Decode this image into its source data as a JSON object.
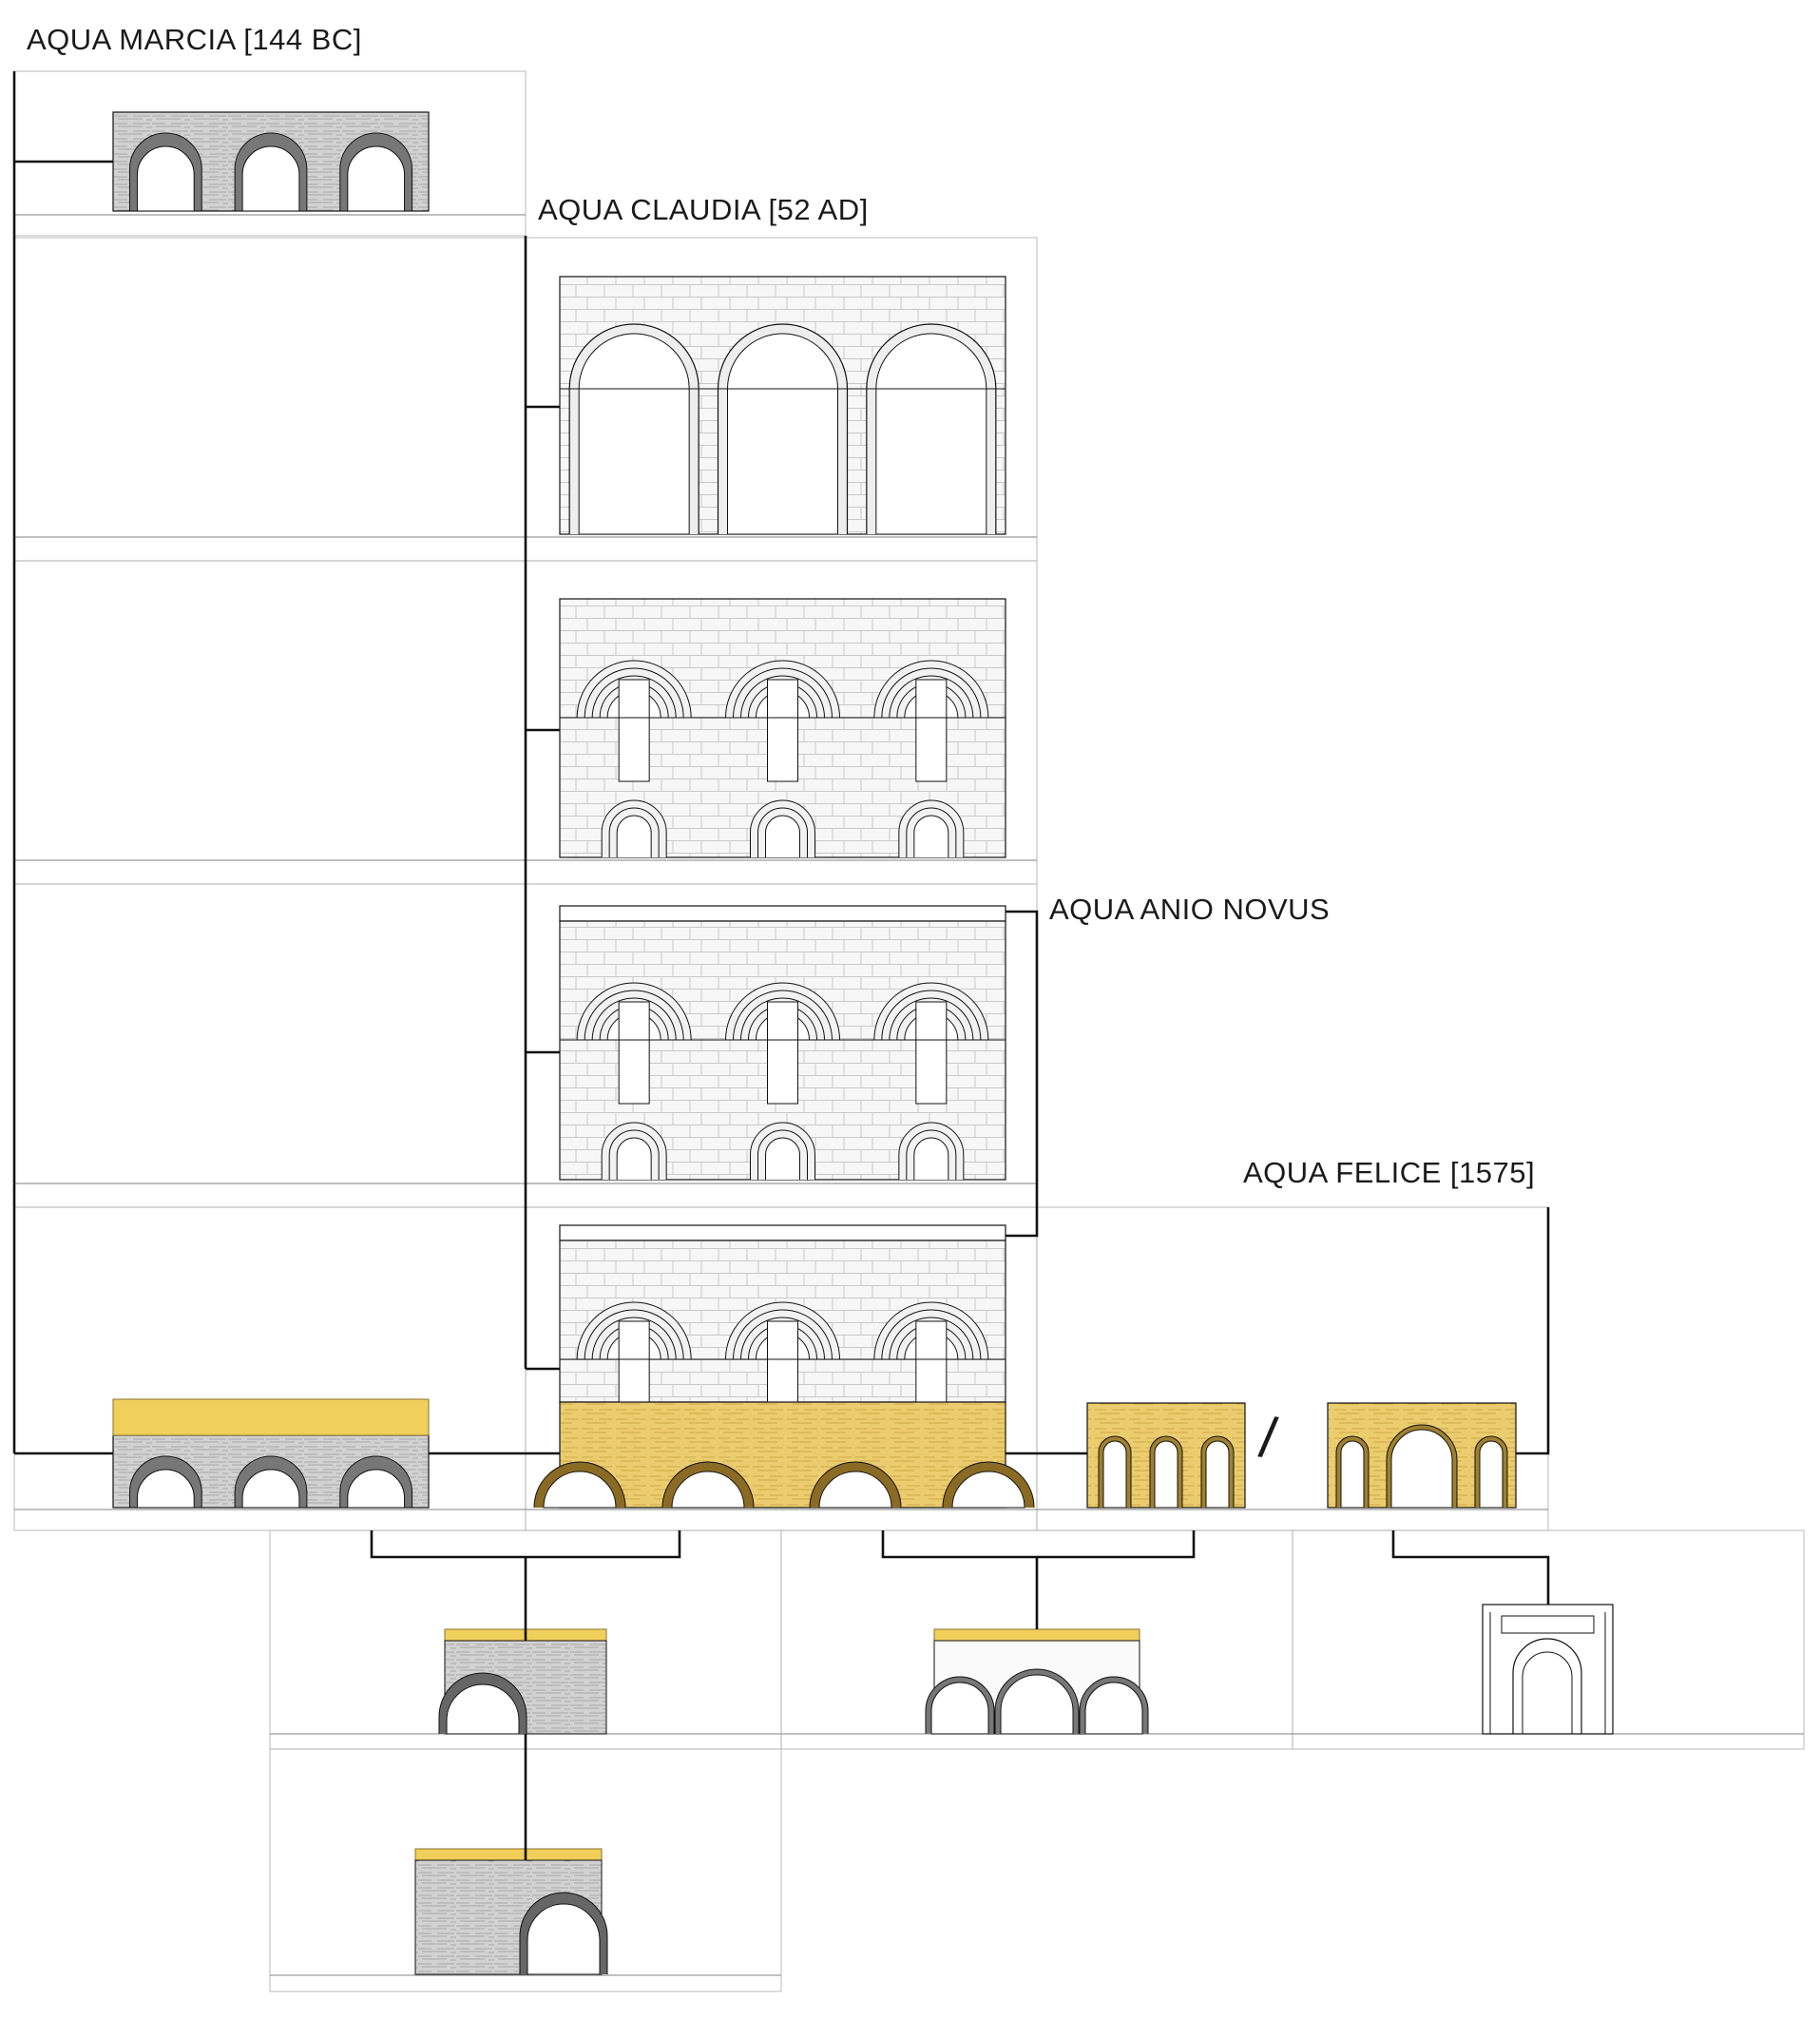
{
  "labels": {
    "aqua_marcia": "AQUA MARCIA [144 BC]",
    "aqua_claudia": "AQUA CLAUDIA [52 AD]",
    "aqua_anio_novus": "AQUA ANIO NOVUS",
    "aqua_felice": "AQUA FELICE [1575]",
    "separator": "/"
  },
  "colors": {
    "line": "#111111",
    "frame": "#c8c8c8",
    "stone": "#f6f6f6",
    "masonry_gray": "#cfcfcf",
    "ochre": "#e9c96a",
    "ochre_band": "#f0cf5a"
  }
}
